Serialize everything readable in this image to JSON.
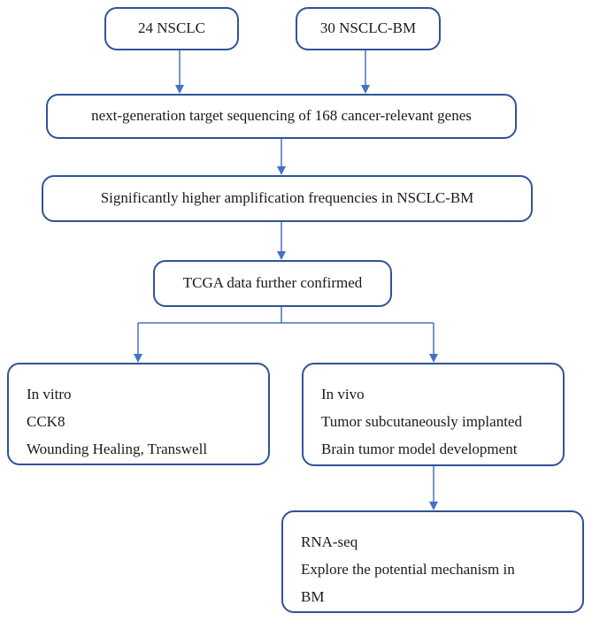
{
  "nodes": {
    "nsclc": "24 NSCLC",
    "nsclc_bm": "30 NSCLC-BM",
    "ngs": "next-generation target sequencing of 168 cancer-relevant genes",
    "amplification": "Significantly higher amplification frequencies in NSCLC-BM",
    "tcga": "TCGA data further confirmed",
    "in_vitro": {
      "lines": [
        "In vitro",
        "CCK8",
        "Wounding Healing, Transwell"
      ]
    },
    "in_vivo": {
      "lines": [
        "In vivo",
        "Tumor subcutaneously implanted",
        "Brain tumor model development"
      ]
    },
    "rna_seq": {
      "lines": [
        "RNA-seq",
        "Explore the potential mechanism in",
        "BM"
      ]
    }
  },
  "colors": {
    "border": "#2f5496",
    "arrow": "#4472c4",
    "text": "#1a1a1a"
  }
}
